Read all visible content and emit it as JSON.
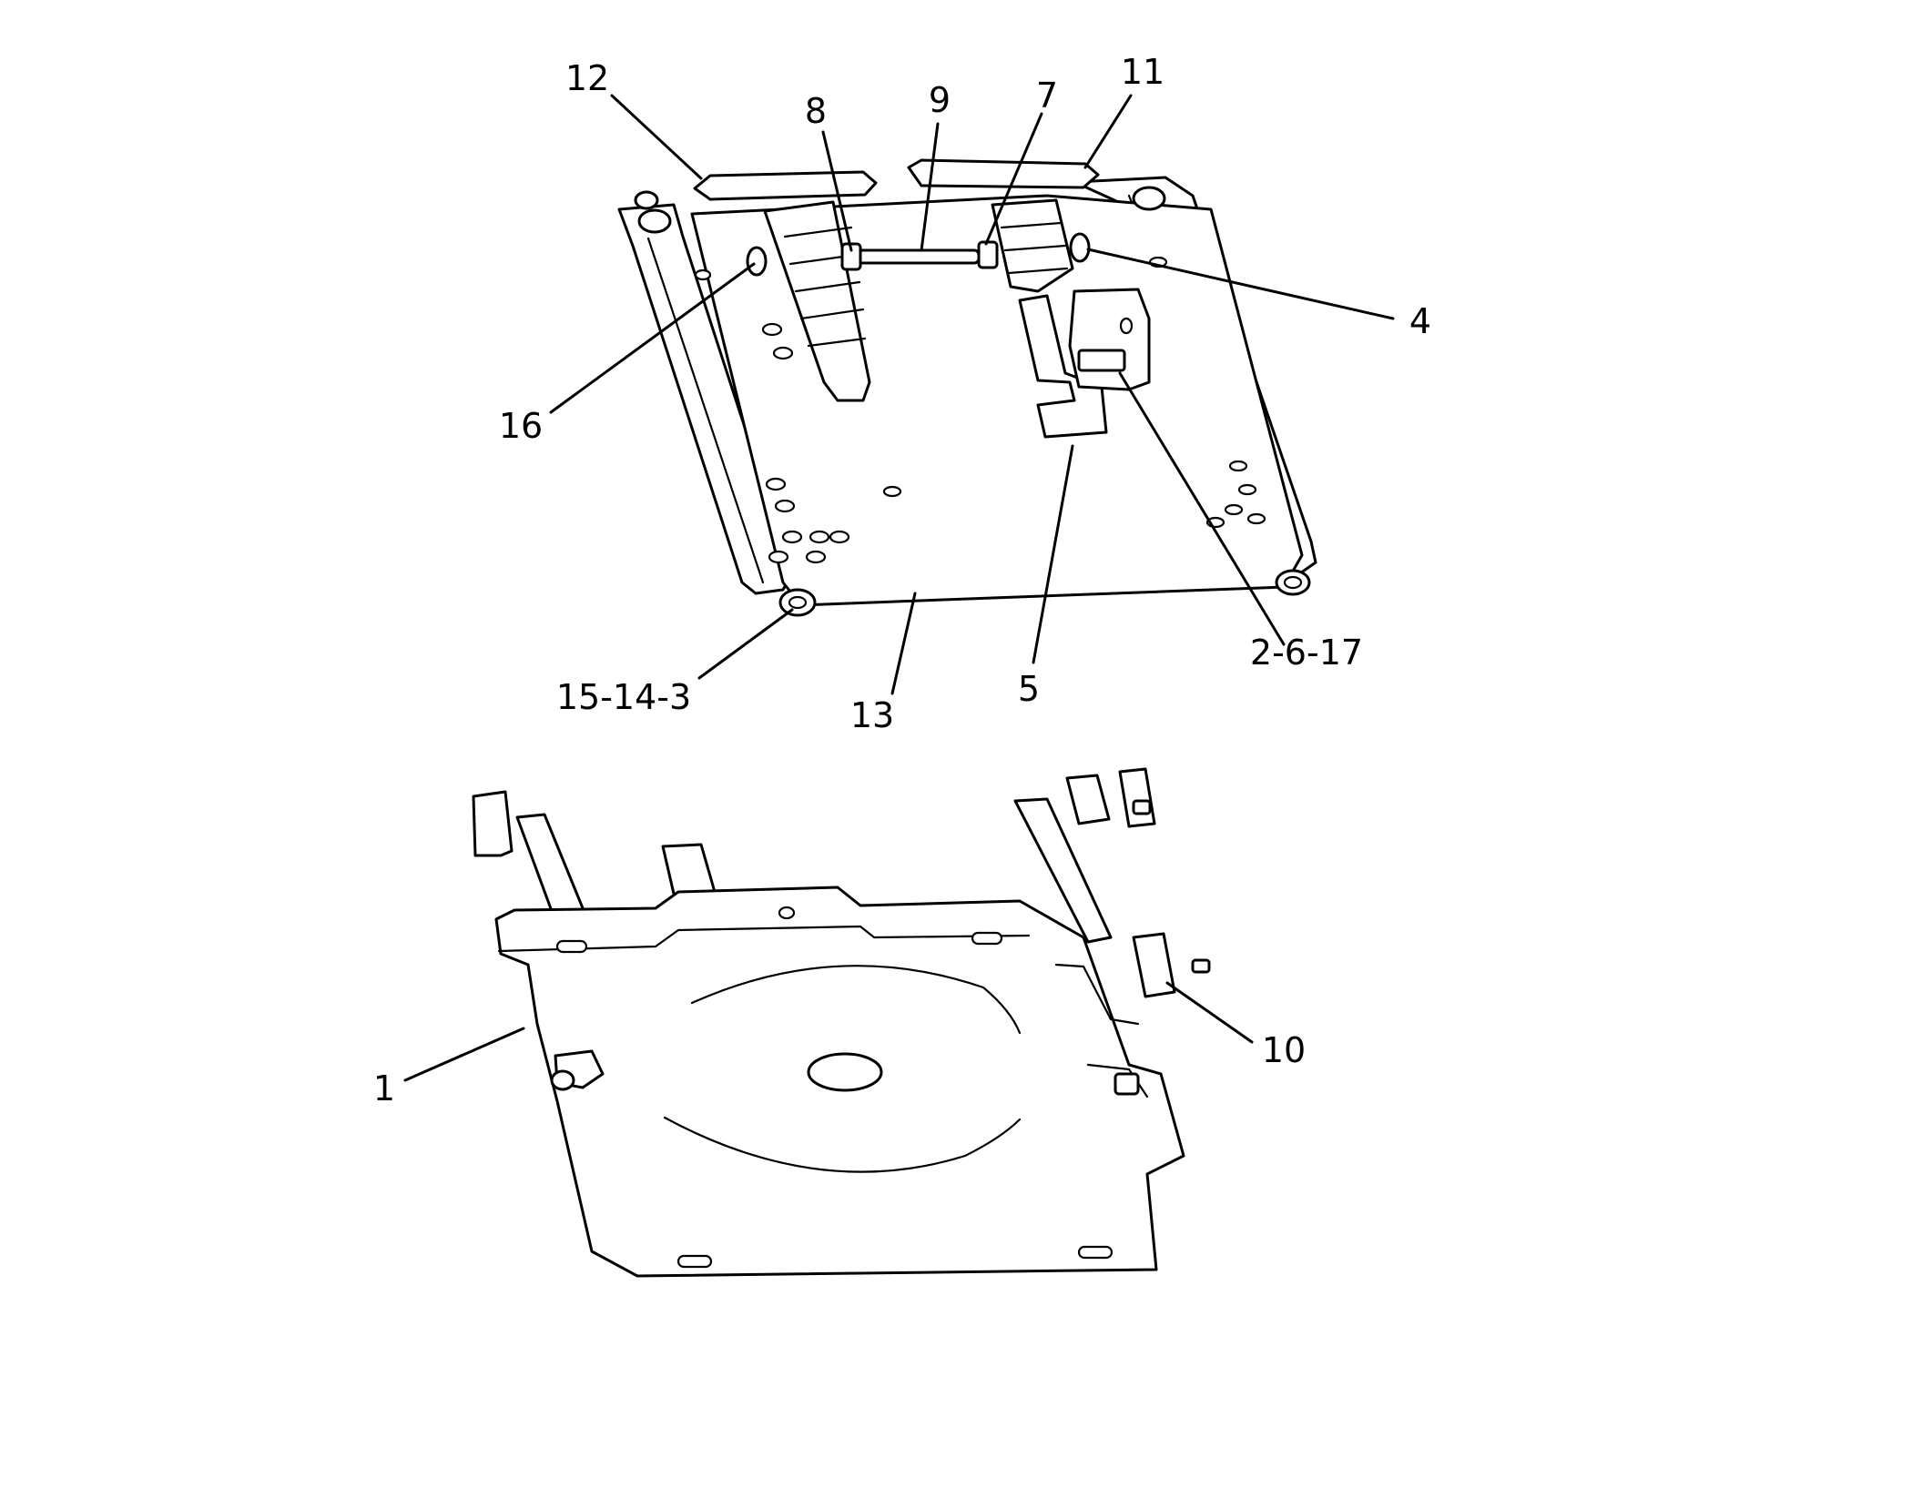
{
  "callouts": [
    {
      "id": "c1",
      "label": "1"
    },
    {
      "id": "c2",
      "label": "2-6-17"
    },
    {
      "id": "c4",
      "label": "4"
    },
    {
      "id": "c5",
      "label": "5"
    },
    {
      "id": "c7",
      "label": "7"
    },
    {
      "id": "c8",
      "label": "8"
    },
    {
      "id": "c9",
      "label": "9"
    },
    {
      "id": "c10",
      "label": "10"
    },
    {
      "id": "c11",
      "label": "11"
    },
    {
      "id": "c12",
      "label": "12"
    },
    {
      "id": "c13",
      "label": "13"
    },
    {
      "id": "c15",
      "label": "15-14-3"
    },
    {
      "id": "c16",
      "label": "16"
    }
  ]
}
